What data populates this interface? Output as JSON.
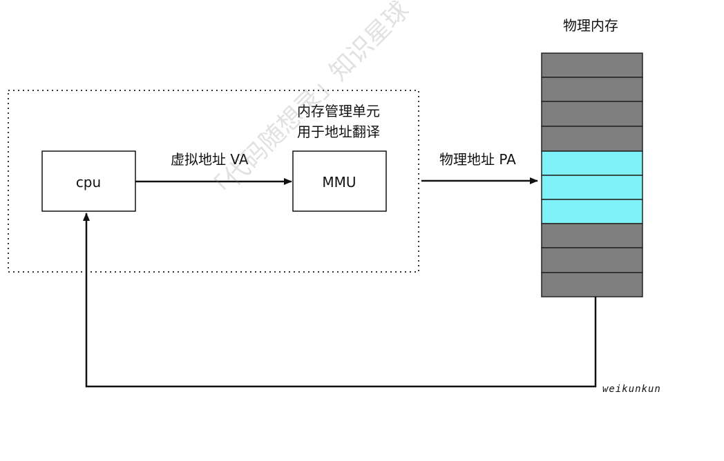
{
  "diagram": {
    "memory_title": "物理内存",
    "mmu_description_line1": "内存管理单元",
    "mmu_description_line2": "用于地址翻译",
    "virtual_address_label": "虚拟地址 VA",
    "physical_address_label": "物理地址 PA",
    "cpu_label": "cpu",
    "mmu_label": "MMU",
    "watermark": "「代码随想录」知识星球",
    "author": "weikunkun"
  },
  "colors": {
    "memory_cell_gray": "#7f7f7f",
    "memory_cell_cyan": "#7ef2f8",
    "line": "#111111",
    "dotted_border": "#333333"
  }
}
